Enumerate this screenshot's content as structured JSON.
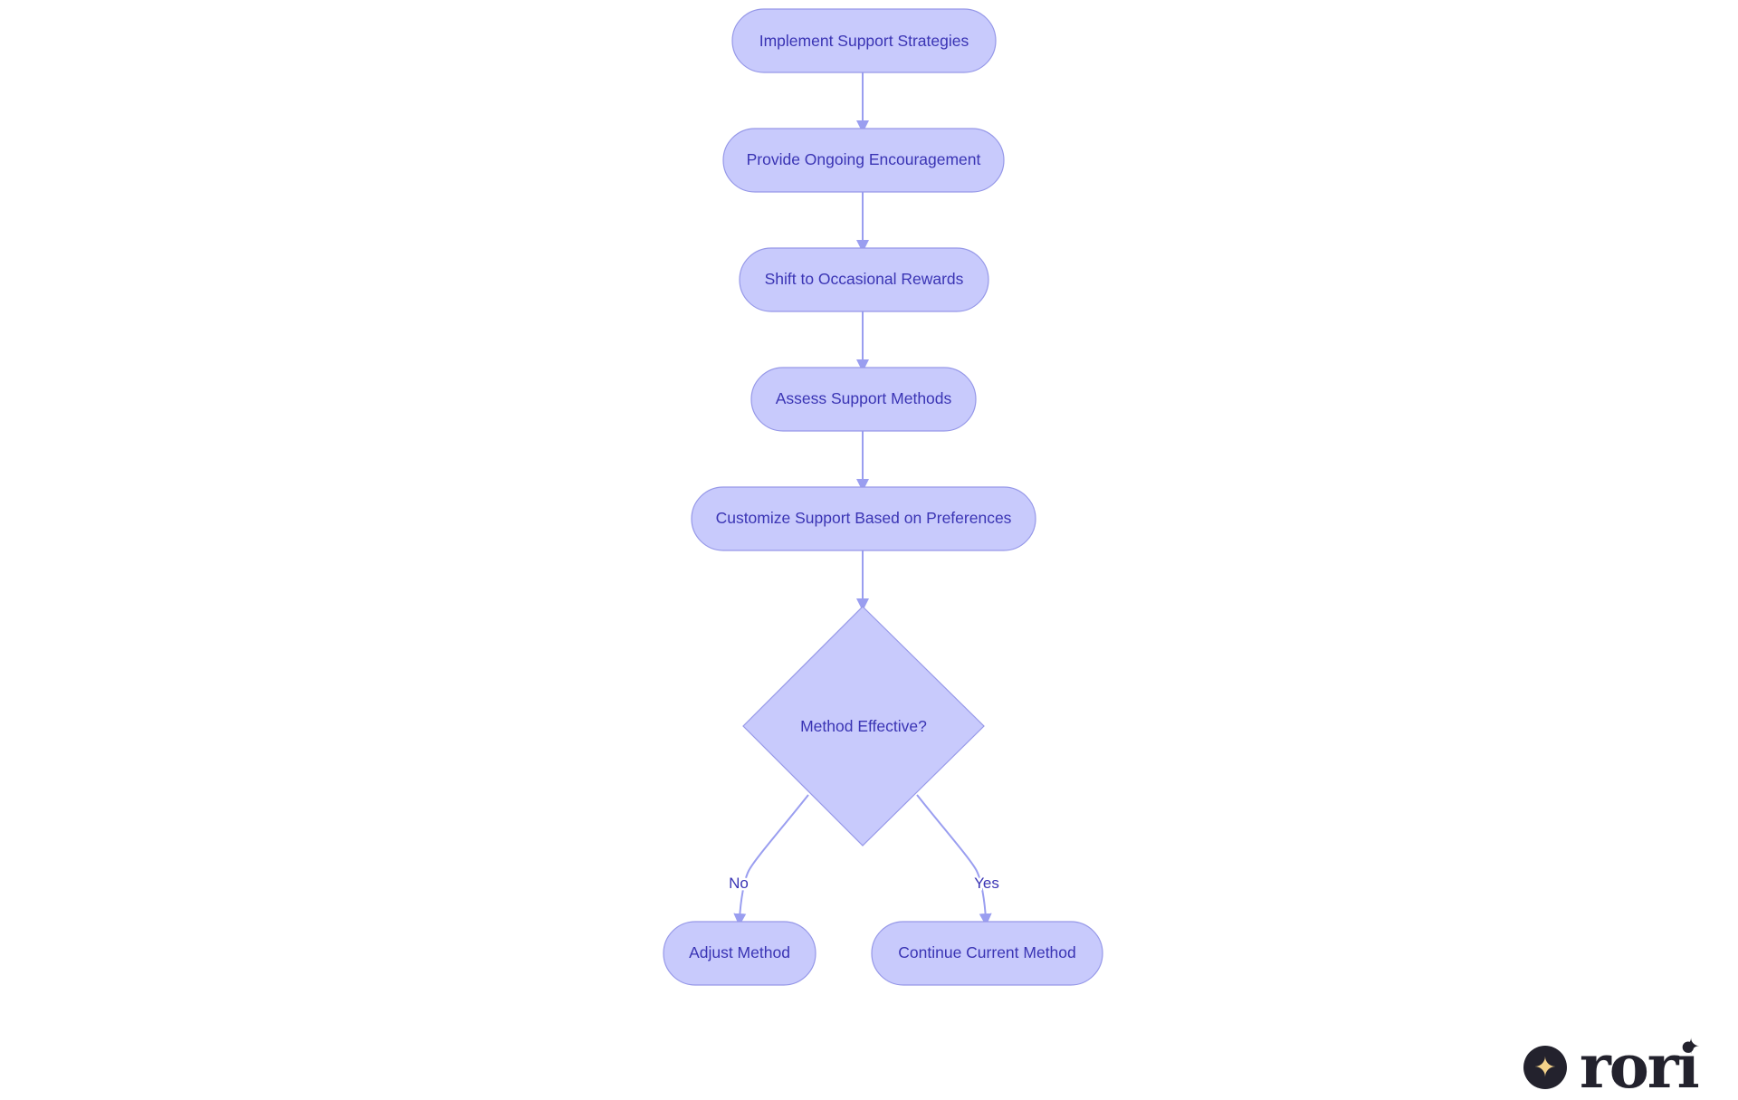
{
  "flowchart": {
    "nodes": {
      "implement": "Implement Support Strategies",
      "encourage": "Provide Ongoing Encouragement",
      "shift": "Shift to Occasional Rewards",
      "assess": "Assess Support Methods",
      "customize": "Customize Support Based on Preferences",
      "decision": "Method Effective?",
      "adjust": "Adjust Method",
      "continue": "Continue Current Method"
    },
    "edge_labels": {
      "no": "No",
      "yes": "Yes"
    }
  },
  "brand": {
    "logo_text": "rori",
    "logo_star": "✦"
  },
  "colors": {
    "node_fill": "#c8cafc",
    "node_stroke": "#9698e8",
    "node_text": "#3a34b4",
    "edge": "#9a9ef0",
    "logo_dark": "#23222d",
    "logo_star": "#f3d28a"
  }
}
